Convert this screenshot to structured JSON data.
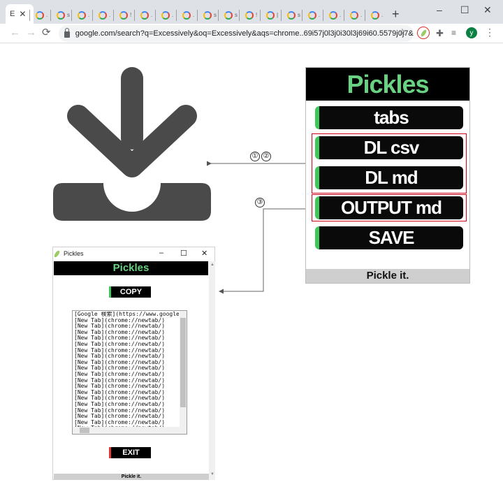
{
  "browser": {
    "active_tab_label": "E",
    "tab_dots": [
      ".",
      "s",
      ".",
      ".",
      "!",
      ".",
      ".",
      ".",
      "s",
      "s",
      "!",
      "|",
      "s",
      ".",
      ".",
      ".",
      "."
    ],
    "new_tab_symbol": "+",
    "window_controls": [
      "–",
      "☐",
      "✕"
    ],
    "url": "google.com/search?q=Excessively&oq=Excessively&aqs=chrome..69i57j0l3j0i30l3j69i60.5579j0j7&s...",
    "profile_initial": "y",
    "nav": {
      "back": "←",
      "forward": "→",
      "reload": "⟳"
    },
    "star": "☆",
    "menu": "⋮"
  },
  "annotations": {
    "step_12": [
      "①",
      "②"
    ],
    "step_3": "③"
  },
  "popup": {
    "title": "Pickles",
    "buttons": [
      "tabs",
      "DL csv",
      "DL md",
      "OUTPUT md",
      "SAVE"
    ],
    "footer": "Pickle it."
  },
  "output_window": {
    "window_title": "Pickles",
    "header": "Pickles",
    "copy_label": "COPY",
    "exit_label": "EXIT",
    "footer": "Pickle it.",
    "textarea_lines": [
      "[Google 検索](https://www.google",
      "[New Tab](chrome://newtab/)",
      "[New Tab](chrome://newtab/)",
      "[New Tab](chrome://newtab/)",
      "[New Tab](chrome://newtab/)",
      "[New Tab](chrome://newtab/)",
      "[New Tab](chrome://newtab/)",
      "[New Tab](chrome://newtab/)",
      "[New Tab](chrome://newtab/)",
      "[New Tab](chrome://newtab/)",
      "[New Tab](chrome://newtab/)",
      "[New Tab](chrome://newtab/)",
      "[New Tab](chrome://newtab/)",
      "[New Tab](chrome://newtab/)",
      "[New Tab](chrome://newtab/)",
      "[New Tab](chrome://newtab/)",
      "[New Tab](chrome://newtab/)",
      "[New Tab](chrome://newtab/)",
      "[New Tab](chrome://newtab/)",
      "[New Tab](chrome://newtab/)"
    ]
  },
  "colors": {
    "pickle_green": "#69d282",
    "button_stripe": "#3ec85a",
    "highlight_red": "#d0021b",
    "download_icon": "#4a4a4a"
  }
}
